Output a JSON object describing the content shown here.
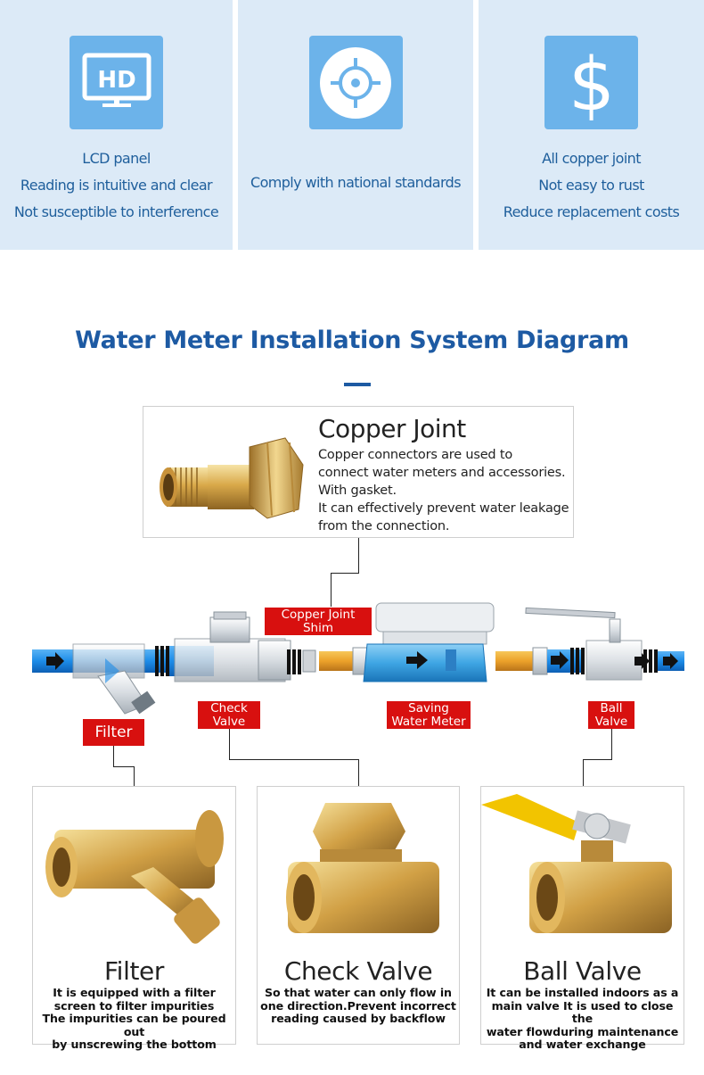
{
  "features": [
    {
      "icon": "hd-monitor-icon",
      "lines": [
        "LCD panel",
        "Reading is intuitive and clear",
        "Not susceptible to interference"
      ]
    },
    {
      "icon": "target-icon",
      "lines": [
        "Comply with national standards"
      ]
    },
    {
      "icon": "dollar-icon",
      "lines": [
        "All copper joint",
        "Not easy to rust",
        "Reduce replacement costs"
      ]
    }
  ],
  "hd_icon_text": "HD",
  "dollar_icon_text": "$",
  "title": "Water Meter Installation System Diagram",
  "copper_joint": {
    "title": "Copper Joint",
    "description": [
      "Copper connectors are used to",
      "connect water meters and accessories.",
      "With gasket.",
      "It can effectively prevent water leakage",
      "from the connection."
    ]
  },
  "diagram_labels": {
    "copper_joint_shim": [
      "Copper Joint",
      "Shim"
    ],
    "filter": "Filter",
    "check_valve": [
      "Check",
      "Valve"
    ],
    "saving_water_meter": [
      "Saving",
      "Water Meter"
    ],
    "ball_valve": [
      "Ball",
      "Valve"
    ]
  },
  "cards": [
    {
      "title": "Filter",
      "description": [
        "It is equipped with a filter",
        "screen to filter impurities",
        "The impurities can be poured out",
        "by unscrewing the bottom"
      ]
    },
    {
      "title": "Check Valve",
      "description": [
        "So that water can only flow in",
        "one direction.Prevent incorrect",
        "reading caused by backflow"
      ]
    },
    {
      "title": "Ball Valve",
      "description": [
        "It can be installed indoors as a",
        "main valve It is used to close the",
        "water flowduring maintenance",
        "and water exchange"
      ]
    }
  ],
  "colors": {
    "feature_bg": "#dceaf7",
    "icon_bg": "#6cb3ea",
    "title": "#1d5aa3",
    "label_red": "#d8100f",
    "pipe_blue": "#1d8ce8",
    "brass": "#d9a94a"
  }
}
